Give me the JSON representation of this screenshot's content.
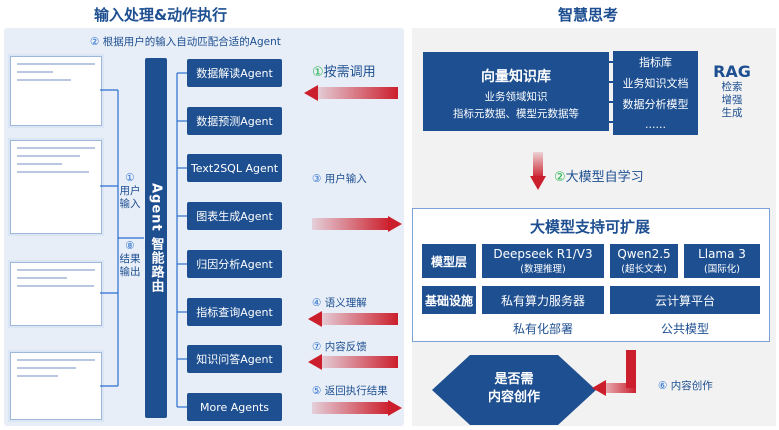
{
  "left_title": "输入处理&动作执行",
  "right_title": "智慧思考",
  "left_hint_num": "②",
  "left_hint": "根据用户的输入自动匹配合适的Agent",
  "router_label": "Agent 智能路由",
  "step1_num": "①",
  "step1_label": "用户\n输入",
  "step8_num": "⑧",
  "step8_label": "结果\n输出",
  "agents": [
    "数据解读Agent",
    "数据预测Agent",
    "Text2SQL Agent",
    "图表生成Agent",
    "归因分析Agent",
    "指标查询Agent",
    "知识问答Agent",
    "More Agents"
  ],
  "mid_notes": {
    "n1_num": "①",
    "n1": "按需调用",
    "n3_num": "③",
    "n3": "用户输入",
    "n4_num": "④",
    "n4": "语义理解",
    "n7_num": "⑦",
    "n7": "内容反馈",
    "n5_num": "⑤",
    "n5": "返回执行结果"
  },
  "kb": {
    "title": "向量知识库",
    "line1": "业务领域知识",
    "line2": "指标元数据、模型元数据等"
  },
  "rag_tags": [
    "指标库",
    "业务知识文档",
    "数据分析模型",
    "......"
  ],
  "rag": {
    "title": "RAG",
    "l1": "检索",
    "l2": "增强",
    "l3": "生成"
  },
  "self_learn_num": "②",
  "self_learn": "大模型自学习",
  "ext": {
    "title": "大模型支持可扩展",
    "model_layer": "模型层",
    "infra_layer": "基础设施",
    "m1": "Deepseek R1/V3",
    "m1_sub": "(数理推理)",
    "m2": "Qwen2.5",
    "m2_sub": "(超长文本)",
    "m3": "Llama 3",
    "m3_sub": "(国际化)",
    "infra1": "私有算力服务器",
    "infra2": "云计算平台",
    "deploy1": "私有化部署",
    "deploy2": "公共模型"
  },
  "decision": "是否需\n内容创作",
  "step6_num": "⑥",
  "step6": "内容创作",
  "colors": {
    "brand": "#1d4f91",
    "accent_red": "#cc1f2d",
    "step_green": "#21b24c"
  }
}
